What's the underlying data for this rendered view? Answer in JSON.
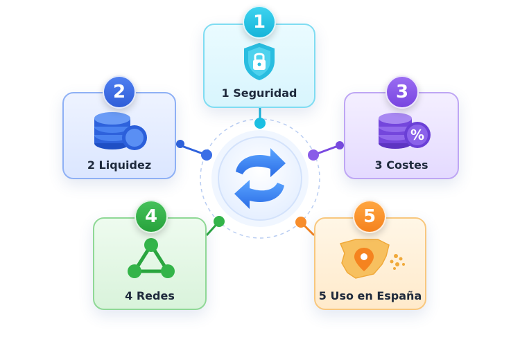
{
  "steps": [
    {
      "number": "1",
      "label": "1 Seguridad",
      "icon": "shield-lock-icon",
      "color": "#1bb6da"
    },
    {
      "number": "2",
      "label": "2 Liquidez",
      "icon": "coin-stack-icon",
      "color": "#2f62dc"
    },
    {
      "number": "3",
      "label": "3 Costes",
      "icon": "percent-coin-stack-icon",
      "color": "#7a4ae0"
    },
    {
      "number": "4",
      "label": "4 Redes",
      "icon": "network-nodes-icon",
      "color": "#2aa53f"
    },
    {
      "number": "5",
      "label": "5 Uso en España",
      "icon": "spain-map-pin-icon",
      "color": "#f5831f"
    }
  ],
  "center": {
    "icon": "sync-arrows-icon"
  }
}
